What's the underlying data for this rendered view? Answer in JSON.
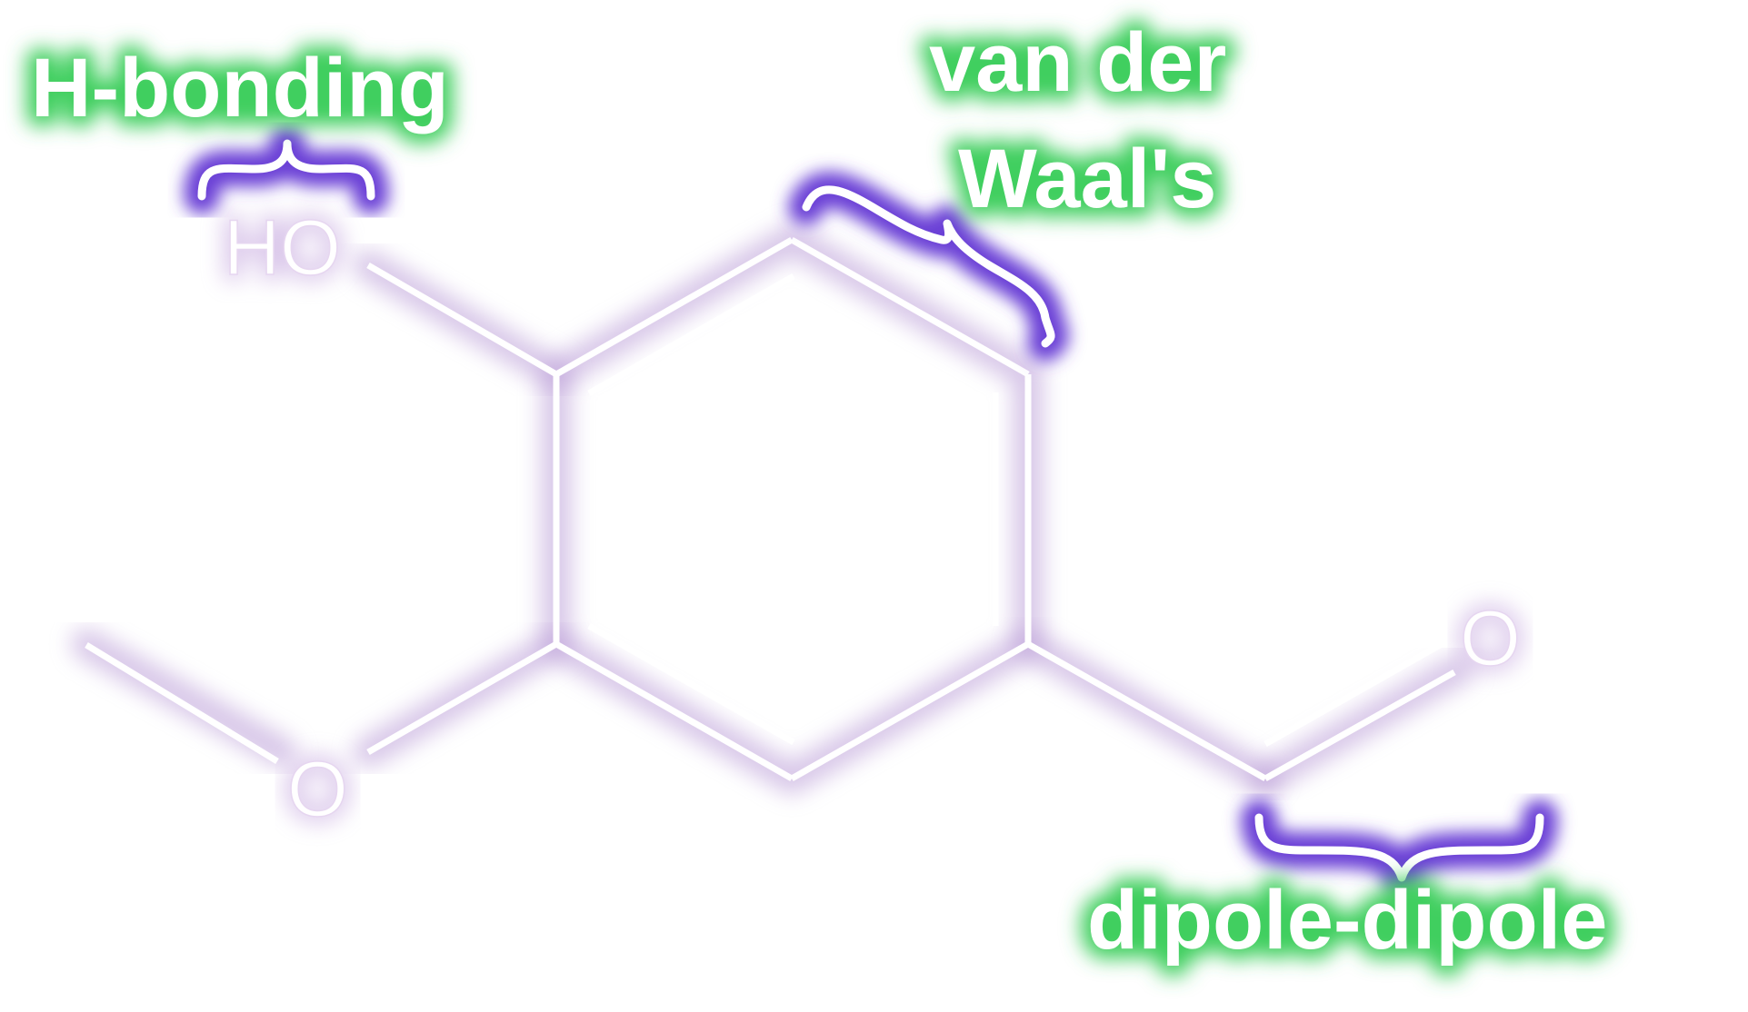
{
  "molecule": {
    "atoms": {
      "hydroxyl": "HO",
      "methoxy_oxygen": "O",
      "carbonyl_oxygen": "O"
    }
  },
  "annotations": {
    "hbond": "H-bonding",
    "vdw_line1": "van der",
    "vdw_line2": "Waal's",
    "dipole": "dipole-dipole"
  },
  "colors": {
    "background": "#ffffff",
    "bond": "#ffffff",
    "bond_glow": "#b89ad6",
    "brace_glow": "#6a3fd6",
    "label_glow": "#3fcf5f",
    "label_text": "#ffffff"
  }
}
